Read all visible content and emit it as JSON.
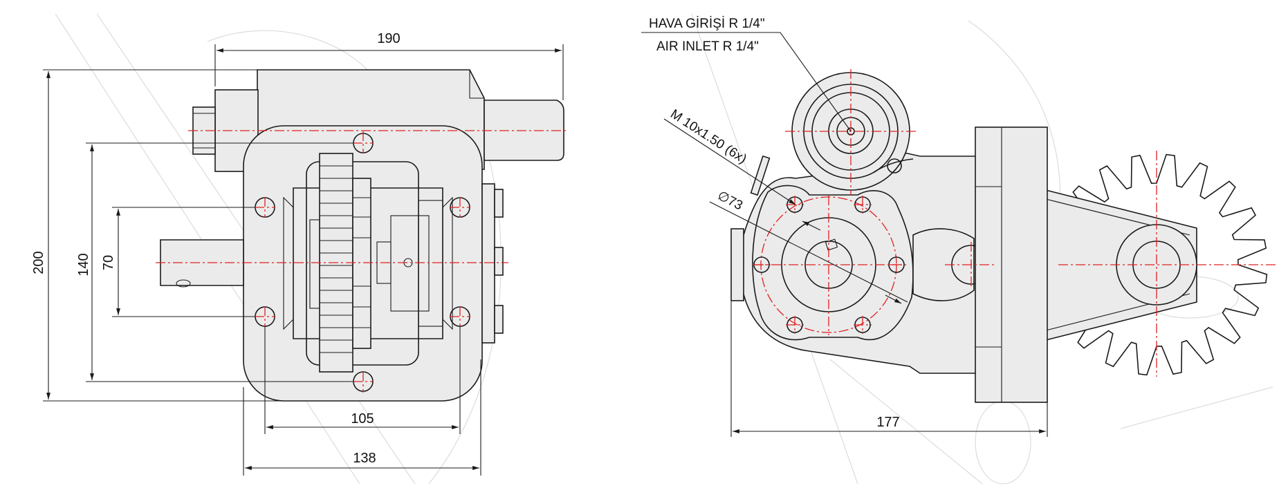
{
  "title": "",
  "labels": {
    "air_inlet_tr": "HAVA GİRİŞİ R 1/4\"",
    "air_inlet_en": "AIR INLET R 1/4\"",
    "thread": "M 10x1.50 (6x)",
    "bolt_circle": "∅73"
  },
  "dimensions": {
    "width_190": "190",
    "height_200": "200",
    "height_140": "140",
    "height_70": "70",
    "width_105": "105",
    "width_138": "138",
    "length_177": "177"
  },
  "colors": {
    "outline": "#1a1a1a",
    "centerline": "#e02020",
    "fill": "#ebebeb",
    "watermark": "#dcdcdc"
  }
}
